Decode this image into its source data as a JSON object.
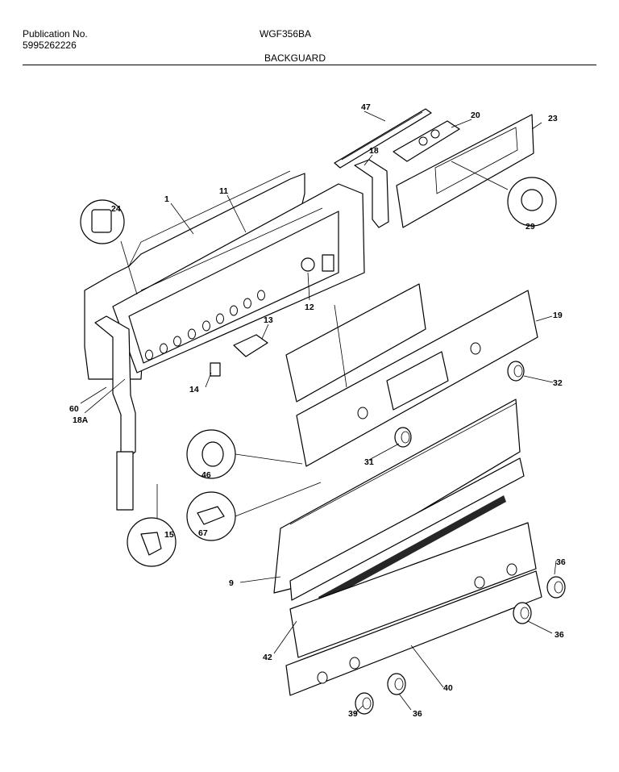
{
  "header": {
    "publication_label": "Publication No.",
    "publication_number": "5995262226",
    "model": "WGF356BA",
    "section": "BACKGUARD"
  },
  "diagram": {
    "callouts": [
      "1",
      "11",
      "24",
      "60",
      "18A",
      "14",
      "13",
      "12",
      "47",
      "18",
      "20",
      "23",
      "29",
      "19",
      "32",
      "31",
      "46",
      "67",
      "15",
      "9",
      "42",
      "40",
      "39",
      "36",
      "36",
      "36",
      "36"
    ]
  }
}
